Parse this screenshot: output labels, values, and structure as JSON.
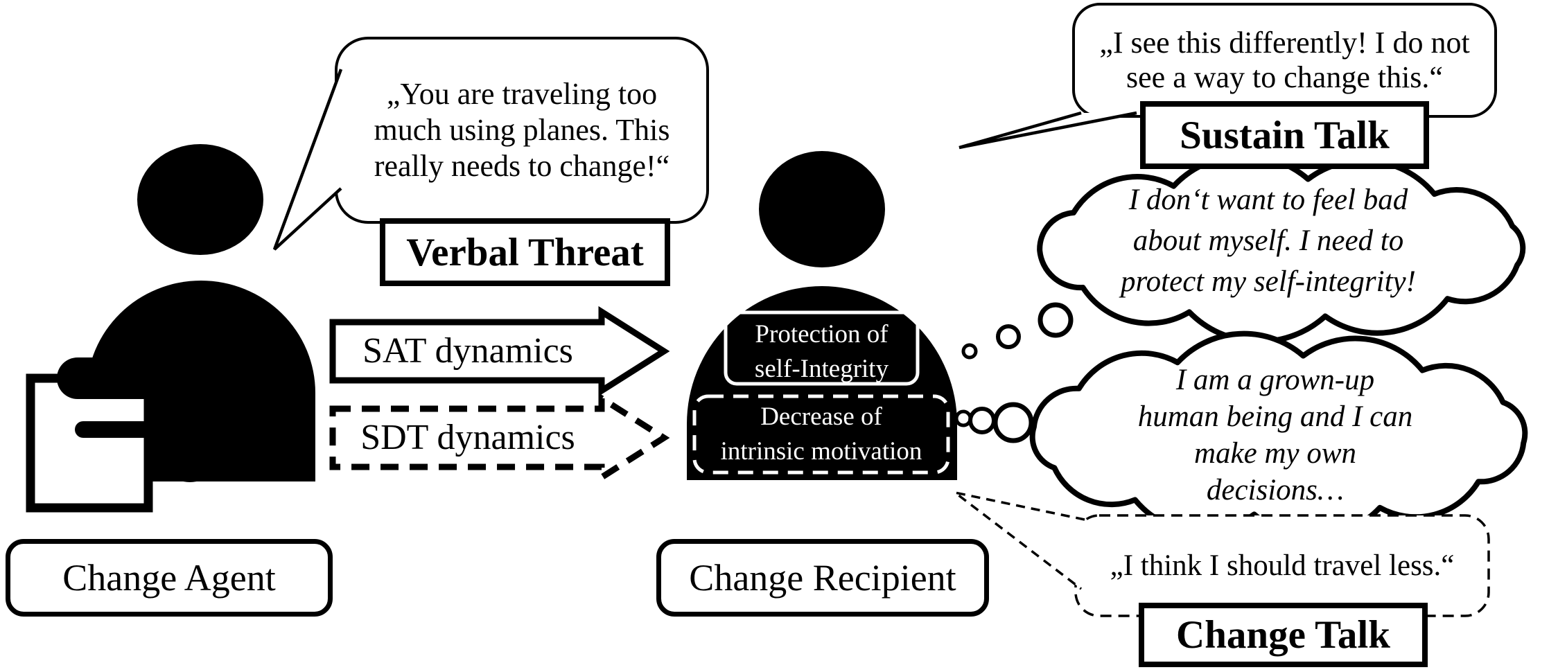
{
  "labels": {
    "change_agent": "Change Agent",
    "change_recipient": "Change Recipient",
    "verbal_threat": "Verbal Threat",
    "sustain_talk": "Sustain Talk",
    "change_talk": "Change Talk"
  },
  "arrows": {
    "sat": "SAT dynamics",
    "sdt": "SDT dynamics"
  },
  "recipient_boxes": {
    "protection": [
      "Protection of",
      "self-Integrity"
    ],
    "decrease": [
      "Decrease of",
      "intrinsic motivation"
    ]
  },
  "speech": {
    "agent": [
      "„You are traveling too",
      "much using planes. This",
      "really needs to change!“"
    ],
    "sustain": [
      "„I see this differently! I do not",
      "see a way to change this.“"
    ],
    "change": "„I think I should travel less.“"
  },
  "thoughts": {
    "sustain": [
      "I don‘t want to feel bad",
      "about myself. I need to",
      "protect my self-integrity!"
    ],
    "change": [
      "I am a grown-up",
      "human being and I can",
      "make my own",
      "decisions…"
    ]
  },
  "colors": {
    "ink": "#000000",
    "paper": "#ffffff"
  }
}
